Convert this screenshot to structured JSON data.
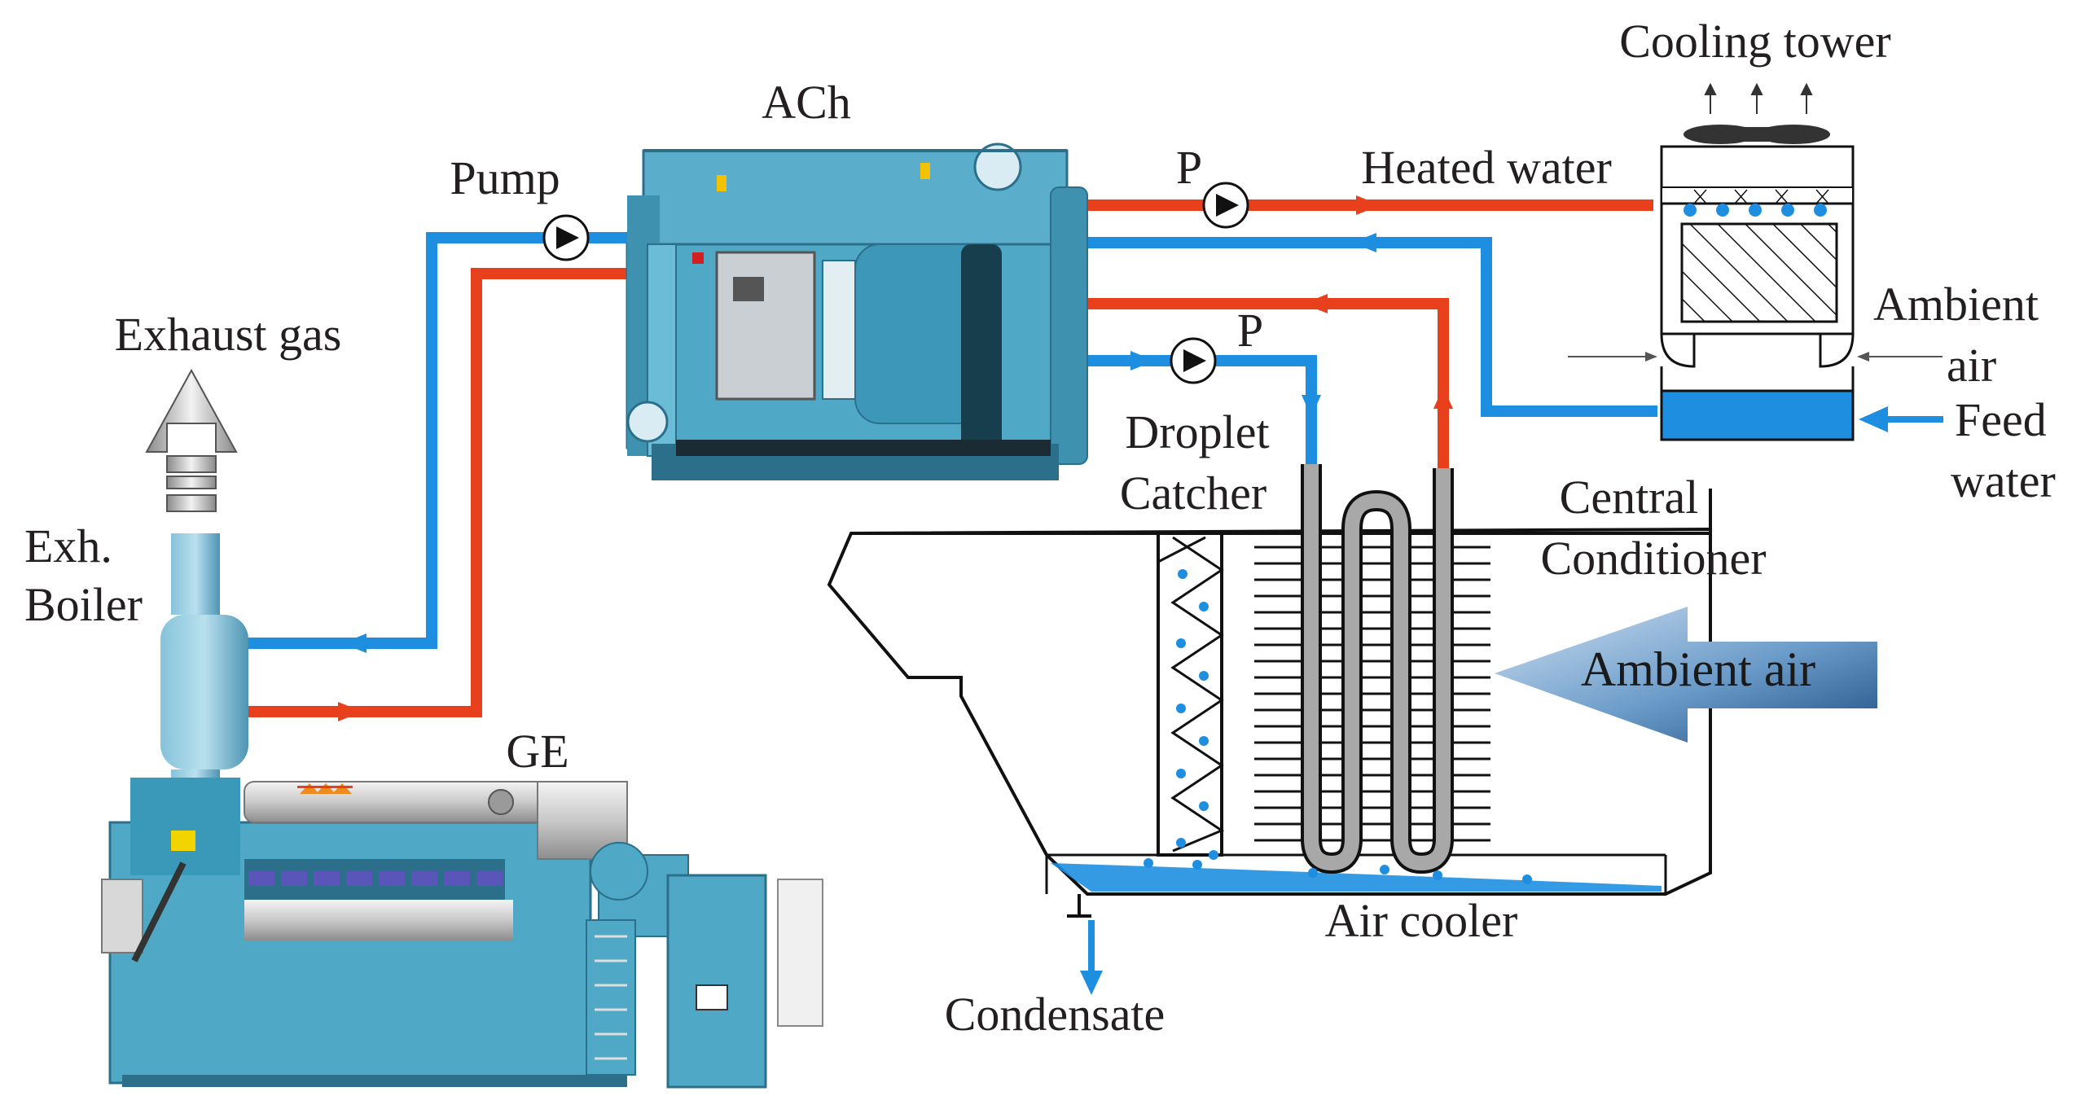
{
  "labels": {
    "ach": "ACh",
    "pump": "Pump",
    "pump_p1": "P",
    "pump_p2": "P",
    "heated_water": "Heated water",
    "cooling_tower": "Cooling tower",
    "ambient_air_tower_1": "Ambient",
    "ambient_air_tower_2": "air",
    "feed_water_1": "Feed",
    "feed_water_2": "water",
    "exhaust_gas": "Exhaust gas",
    "exh_boiler_1": "Exh.",
    "exh_boiler_2": "Boiler",
    "ge": "GE",
    "droplet_catcher_1": "Droplet",
    "droplet_catcher_2": "Catcher",
    "central_conditioner_1": "Central",
    "central_conditioner_2": "Conditioner",
    "ambient_air_arrow": "Ambient air",
    "air_cooler": "Air cooler",
    "condensate": "Condensate"
  },
  "colors": {
    "hot_pipe": "#e8401c",
    "cold_pipe": "#1e8fe0",
    "equipment_teal": "#4fa8c6",
    "equipment_dark": "#2c6f8a",
    "outline": "#111111",
    "coil": "#a8a8a8",
    "arrow_blue": "#5f93c4"
  },
  "icons": {
    "ach": "absorption-chiller",
    "ge": "gas-engine-generator",
    "cooling_tower": "cooling-tower",
    "pump": "pump-symbol",
    "fan": "fan-icon"
  }
}
